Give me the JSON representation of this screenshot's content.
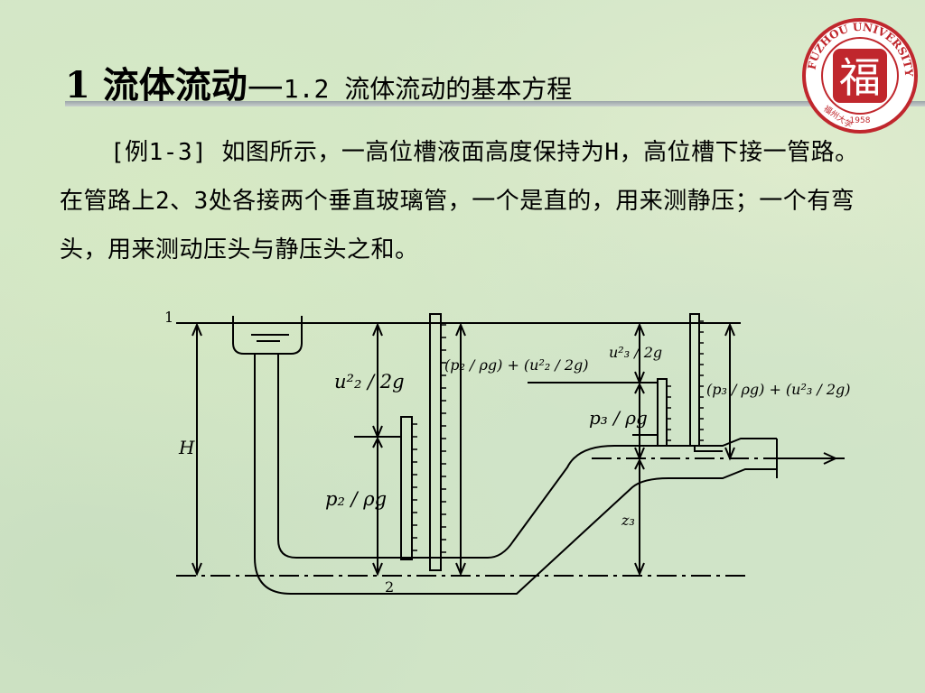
{
  "title": {
    "main": "1 流体流动",
    "sep": "—",
    "sub": "1.2 流体流动的基本方程"
  },
  "example_text": "[例1-3] 如图所示，一高位槽液面高度保持为H，高位槽下接一管路。在管路上2、3处各接两个垂直玻璃管，一个是直的，用来测静压；一个有弯头，用来测动压头与静压头之和。",
  "seal": {
    "arc_text": "FUZHOU UNIVERSITY",
    "center_char": "福",
    "year": "1958",
    "script_text": "福州大学",
    "color": "#c0272d"
  },
  "diagram": {
    "label_1": "1",
    "label_2": "2",
    "label_H": "H",
    "u2_head": "u²₂ / 2g",
    "p2_head": "p₂ / ρg",
    "total2": "(p₂ / ρg) + (u²₂ / 2g)",
    "u3_head": "u²₃ / 2g",
    "p3_head": "p₃ / ρg",
    "total3": "(p₃ / ρg) + (u²₃ / 2g)",
    "z3": "z₃"
  }
}
